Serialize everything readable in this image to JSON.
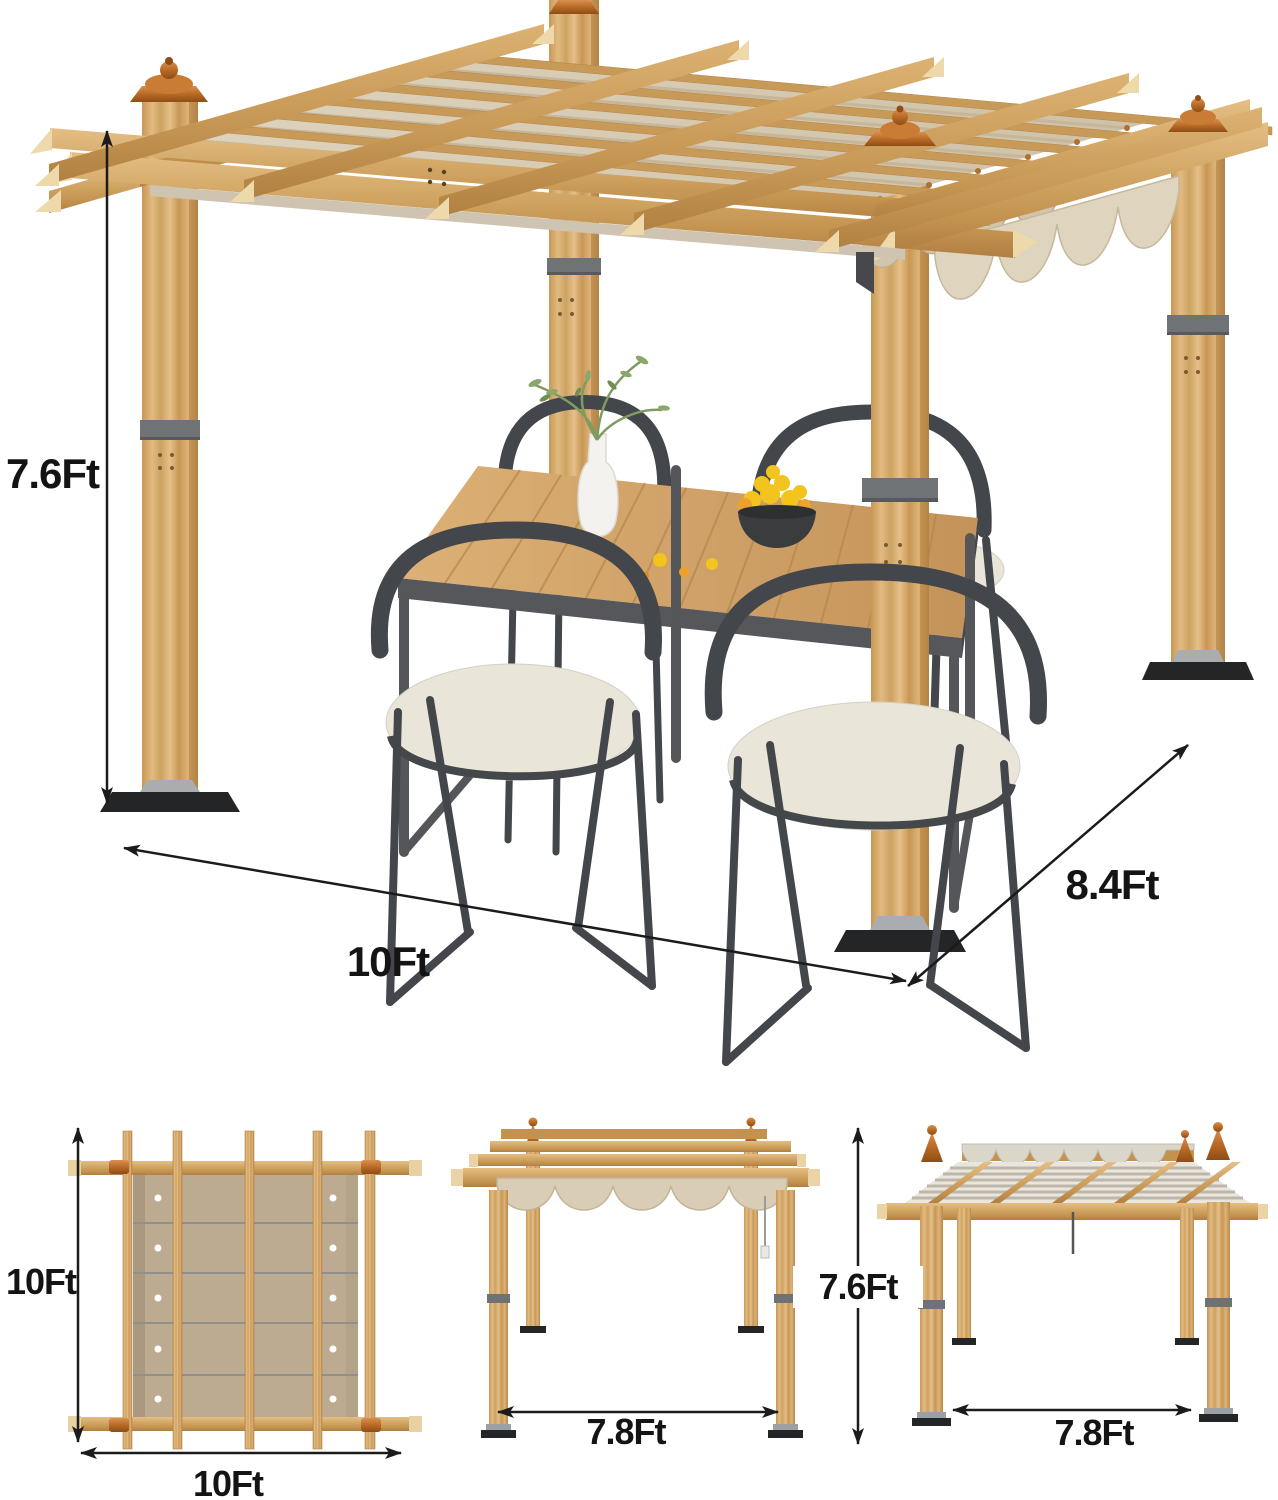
{
  "scene": {
    "type": "product-dimension-diagram",
    "subject": "wooden pergola with retractable beige canopy over an outdoor dining table with four chairs"
  },
  "colors": {
    "background": "#ffffff",
    "wood": "#d2a364",
    "wood_light": "#e9cb92",
    "wood_dark": "#b5834a",
    "canopy": "#d8ccb4",
    "canopy_top_view": "#bcab91",
    "metal_gray": "#55575a",
    "base_plate": "#232527",
    "cushion": "#eae5d9",
    "finial_copper": "#b96a26",
    "fruit_yellow": "#f2c41d",
    "dimension_text": "#141414"
  },
  "main_view": {
    "height_label": "7.6Ft",
    "width_label": "10Ft",
    "depth_label": "8.4Ft"
  },
  "top_view": {
    "height_label": "10Ft",
    "width_label": "10Ft"
  },
  "front_view": {
    "width_label": "7.8Ft",
    "height_label": "7.6Ft"
  },
  "side_view": {
    "width_label": "7.8Ft"
  }
}
